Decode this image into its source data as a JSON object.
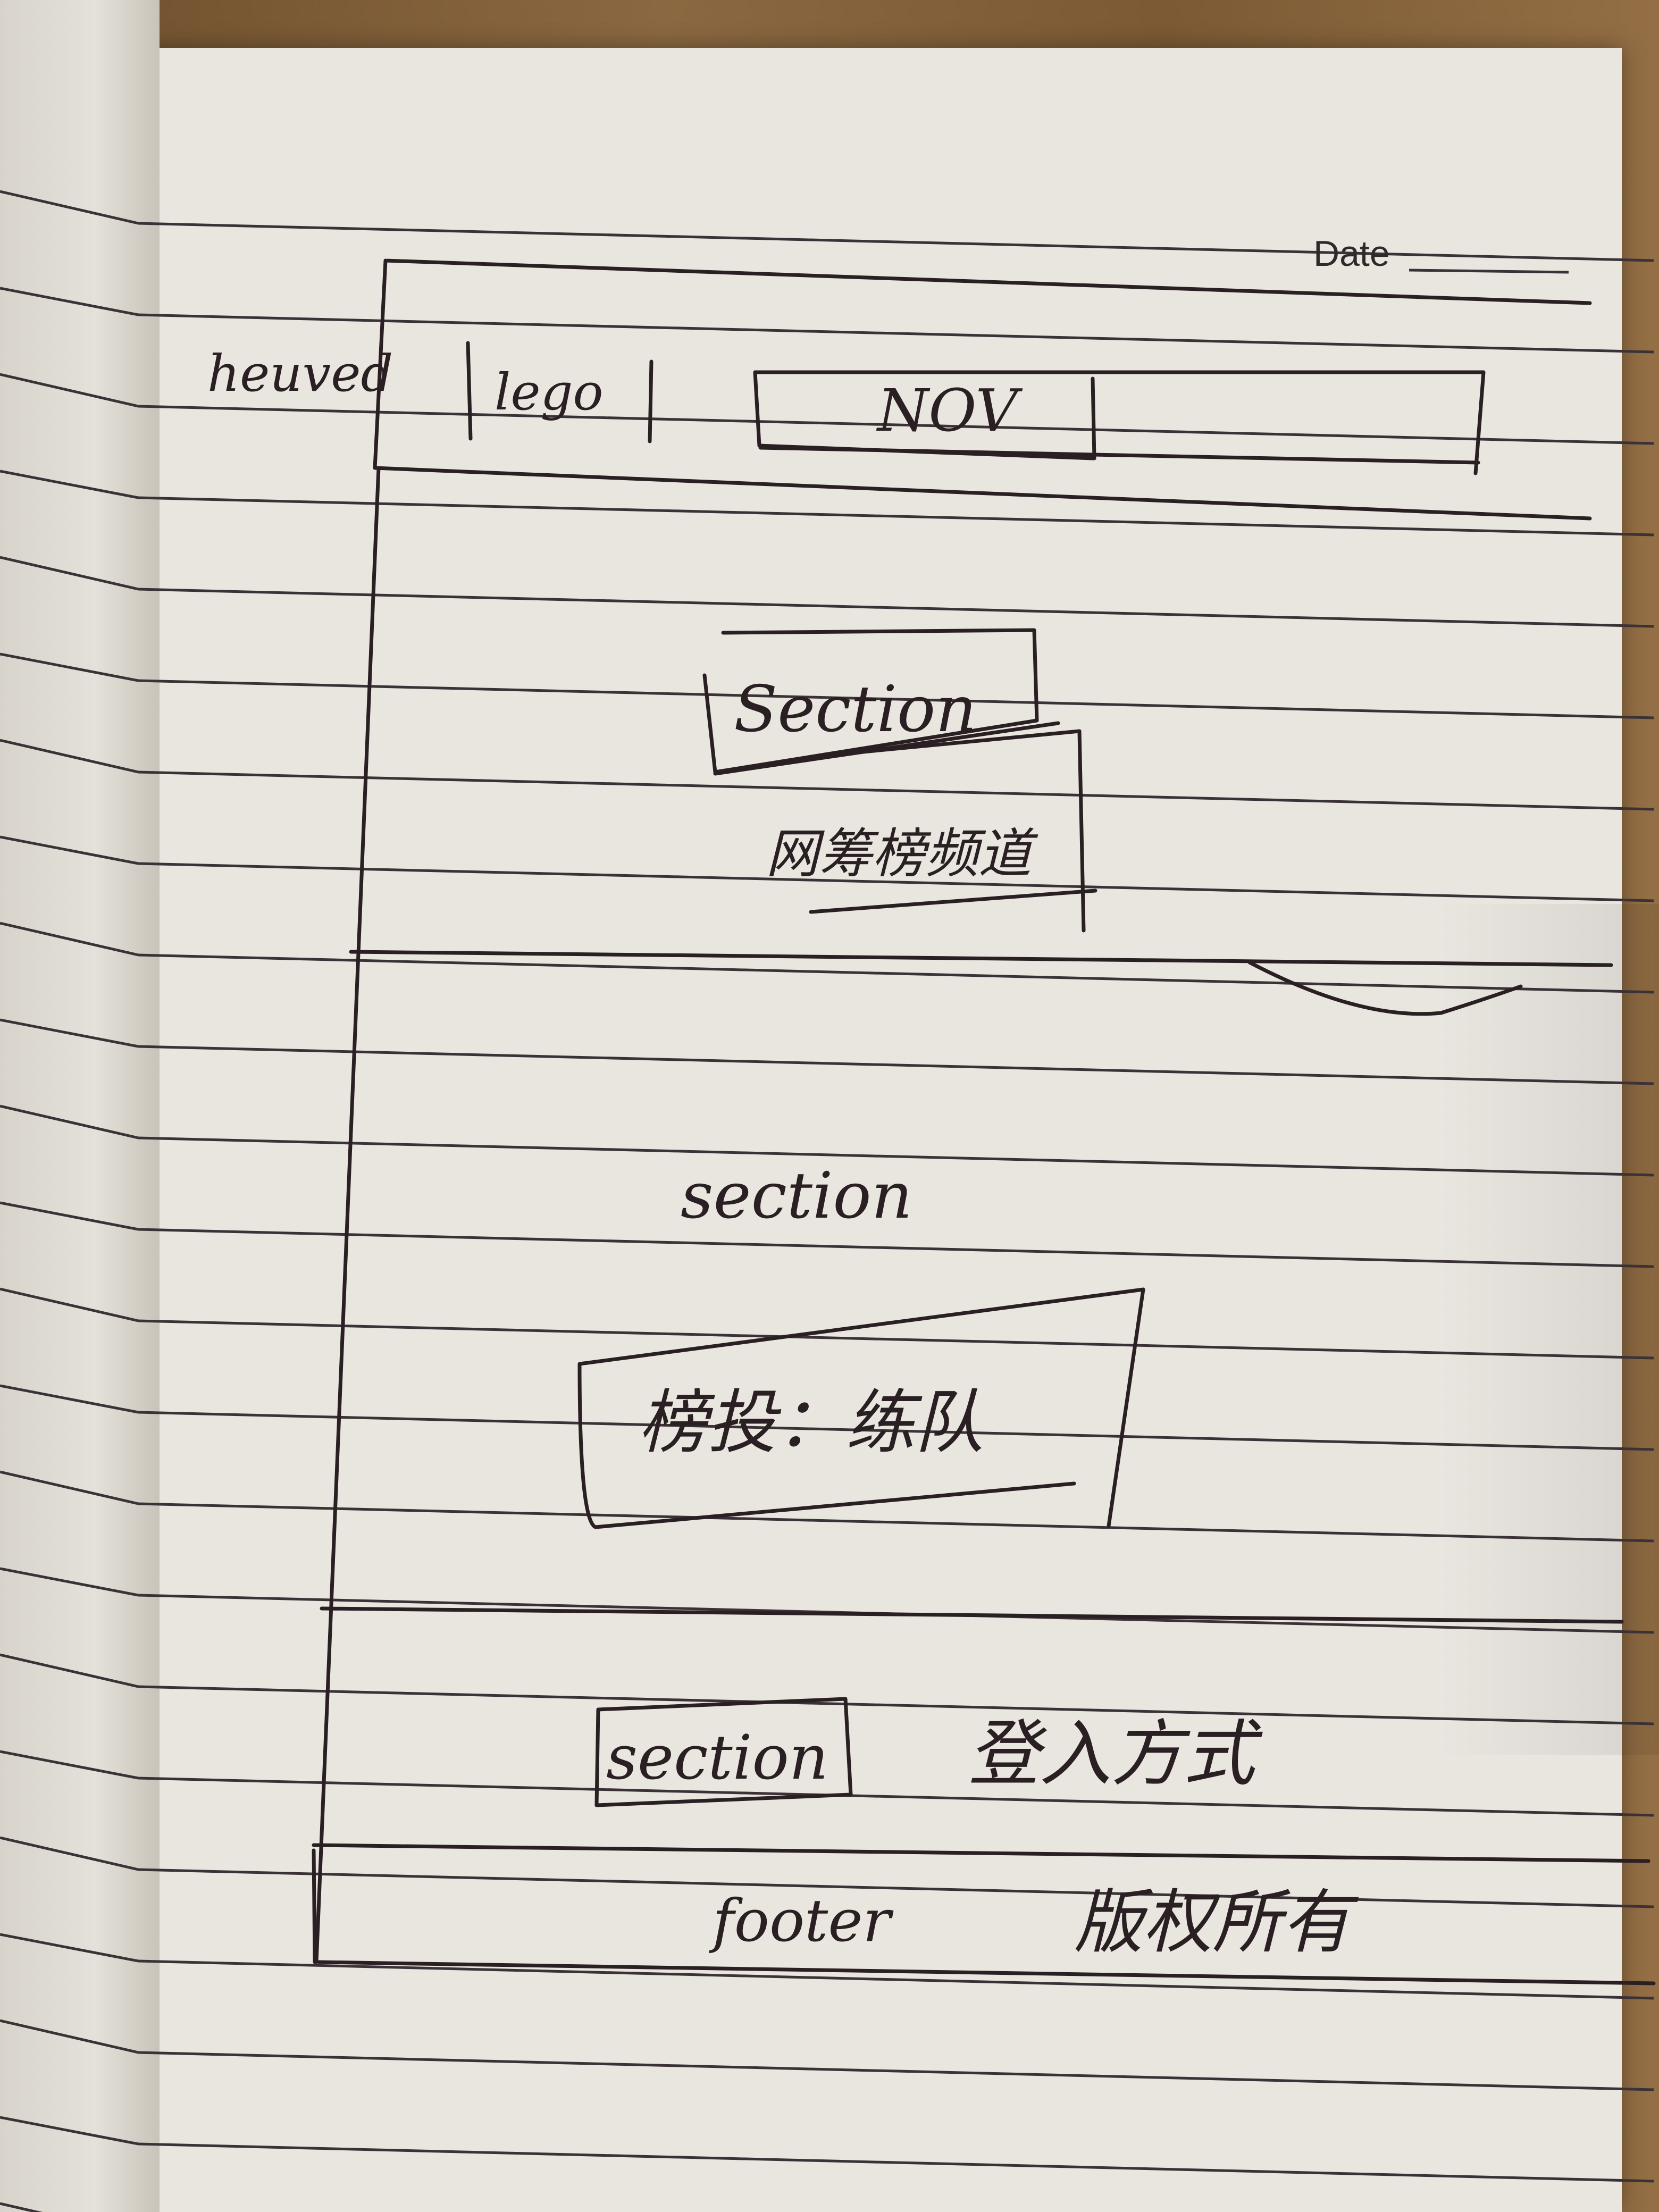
{
  "printed": {
    "date_label": "Date"
  },
  "sketch": {
    "header": {
      "side_label": "heuved",
      "logo_label": "lego",
      "nav_label": "NOV"
    },
    "section1": {
      "label": "Section",
      "note": "网筹榜频道"
    },
    "section2": {
      "label": "section",
      "note": "榜投：练队"
    },
    "section3": {
      "label": "section",
      "note": "登入方式"
    },
    "footer": {
      "label": "footer",
      "note": "版权所有"
    }
  }
}
